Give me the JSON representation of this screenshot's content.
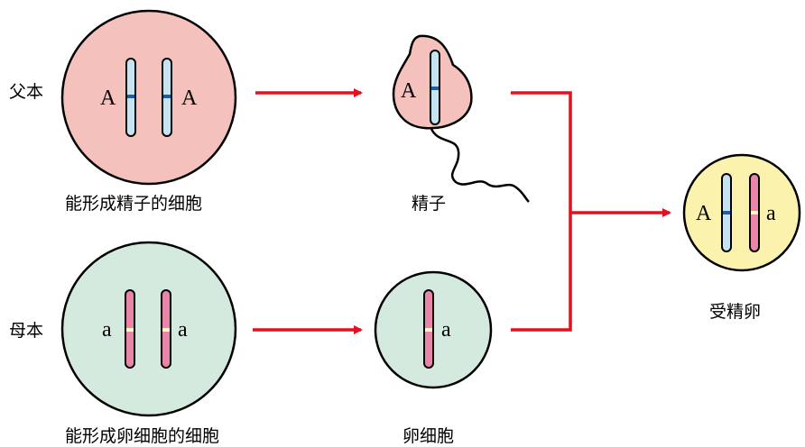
{
  "labels": {
    "father": "父本",
    "mother": "母本",
    "sperm_producing_cell": "能形成精子的细胞",
    "sperm": "精子",
    "egg_producing_cell": "能形成卵细胞的细胞",
    "egg": "卵细胞",
    "zygote": "受精卵"
  },
  "alleles": {
    "dominant": "A",
    "recessive": "a"
  },
  "colors": {
    "male_cell_fill": "#f5c1bd",
    "female_cell_fill": "#d5eadf",
    "zygote_fill": "#fbf3ad",
    "blue_chromosome": "#c6e3f2",
    "pink_chromosome": "#e985a9",
    "gene_mark_blue": "#1a5fa8",
    "gene_mark_light": "#fff6c8",
    "arrow": "#e3101d"
  }
}
